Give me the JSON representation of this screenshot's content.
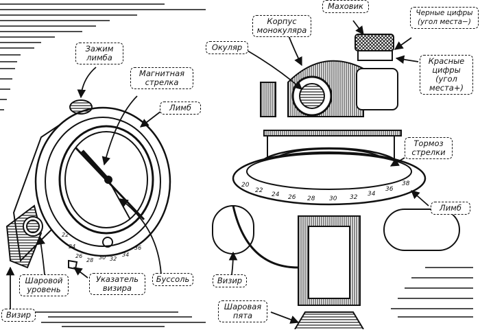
{
  "figure": {
    "left_view": {
      "description": "Compass (goniometer) top view",
      "labels": {
        "limb_clamp": [
          "Зажим",
          "лимба"
        ],
        "magnetic_needle": [
          "Магнитная",
          "стрелка"
        ],
        "limb": [
          "Лимб"
        ],
        "ball_level": [
          "Шаровой",
          "уровень"
        ],
        "sight_pointer": [
          "Указатель",
          "визира"
        ],
        "compass": [
          "Буссоль"
        ],
        "sight": [
          "Визир"
        ]
      },
      "scale_numbers": [
        "22",
        "24",
        "26",
        "28",
        "30",
        "32",
        "34",
        "36"
      ]
    },
    "right_view": {
      "description": "Goniometer side view with monocular",
      "labels": {
        "flywheel": [
          "Маховик"
        ],
        "monocular_body": [
          "Корпус",
          "монокуляра"
        ],
        "eyepiece": [
          "Окуляр"
        ],
        "black_digits": [
          "Черные цифры",
          "(угол места−)"
        ],
        "red_digits": [
          "Красные",
          "цифры",
          "(угол",
          "места+)"
        ],
        "needle_brake": [
          "Тормоз",
          "стрелки"
        ],
        "limb": [
          "Лимб"
        ],
        "sight": [
          "Визир"
        ],
        "ball_heel": [
          "Шаровая",
          "пята"
        ]
      },
      "scale_numbers": [
        "20",
        "22",
        "24",
        "26",
        "28",
        "30",
        "32",
        "34",
        "36",
        "38"
      ]
    }
  }
}
